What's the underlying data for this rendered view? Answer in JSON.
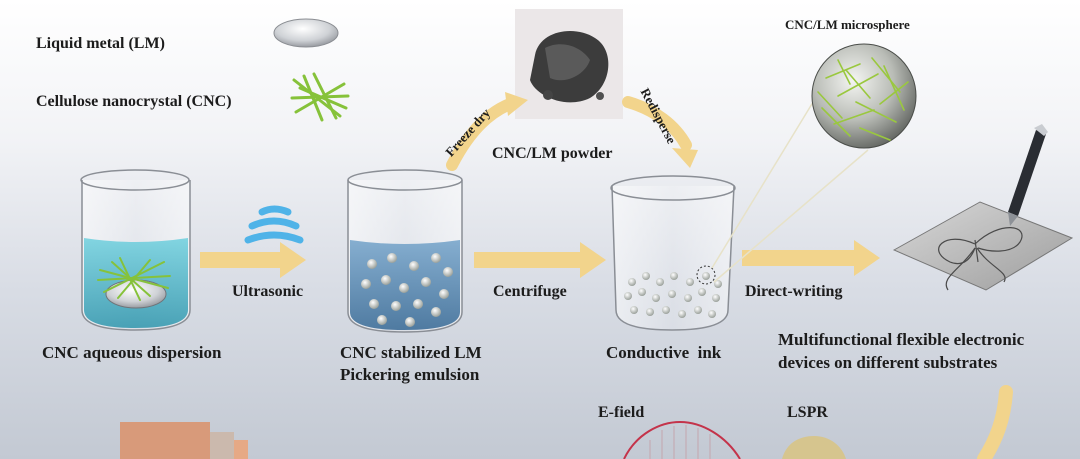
{
  "legend": {
    "liquid_metal": "Liquid metal (LM)",
    "cnc": "Cellulose nanocrystal (CNC)"
  },
  "steps": {
    "ultrasonic": "Ultrasonic",
    "centrifuge": "Centrifuge",
    "direct_writing": "Direct-writing",
    "freeze_dry": "Freeze dry",
    "redisperse": "Redisperse"
  },
  "labels": {
    "cnc_dispersion": "CNC aqueous dispersion",
    "pickering_line1": "CNC stabilized LM",
    "pickering_line2": "Pickering emulsion",
    "conductive_ink": "Conductive  ink",
    "powder": "CNC/LM powder",
    "microsphere": "CNC/LM microsphere",
    "devices_line1": "Multifunctional flexible electronic",
    "devices_line2": "devices on different substrates",
    "efield": "E-field",
    "lspr": "LSPR"
  },
  "colors": {
    "arrow": "#f2d48c",
    "water_blue": "#5fc6d6",
    "emulsion_blue": "#6f9bbf",
    "cnc_green": "#8fc43a",
    "ultrasonic_blue": "#4fb3e8"
  }
}
